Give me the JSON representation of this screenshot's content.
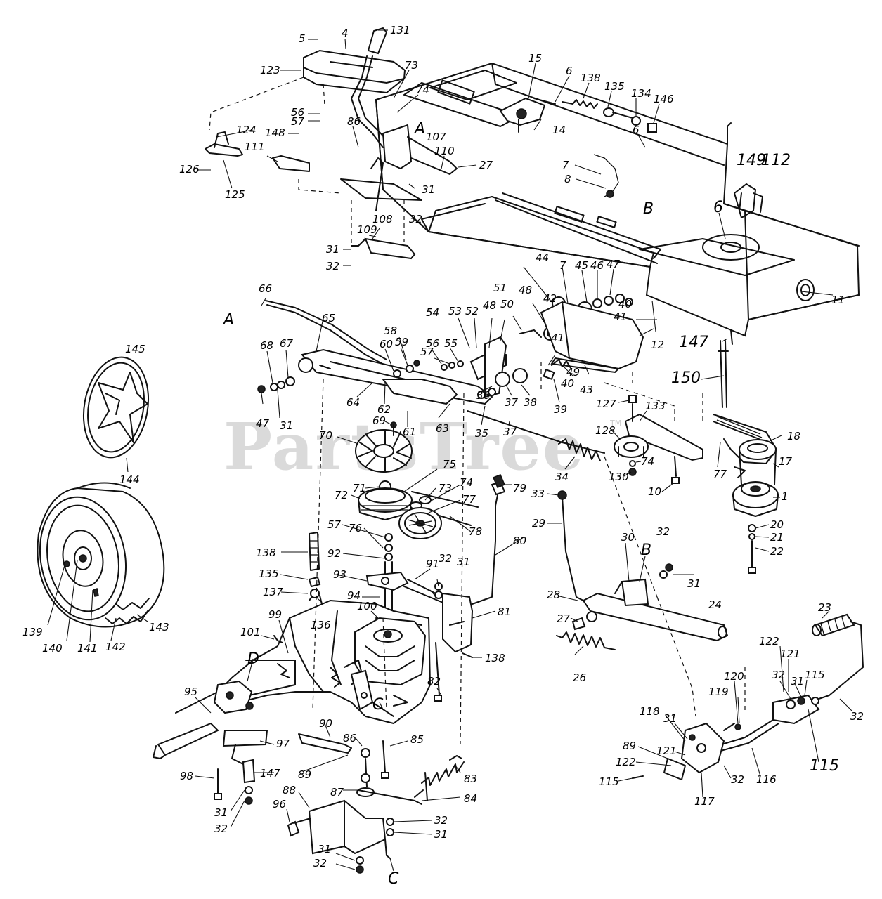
{
  "watermark": {
    "text": "PartsTree",
    "mark": "TM"
  },
  "labels": [
    {
      "id": "l-5",
      "text": "5"
    },
    {
      "id": "l-4",
      "text": "4"
    },
    {
      "id": "l-131",
      "text": "131"
    },
    {
      "id": "l-123",
      "text": "123"
    },
    {
      "id": "l-73a",
      "text": "73"
    },
    {
      "id": "l-74a",
      "text": "74"
    },
    {
      "id": "l-15",
      "text": "15"
    },
    {
      "id": "l-6a",
      "text": "6"
    },
    {
      "id": "l-138a",
      "text": "138"
    },
    {
      "id": "l-135a",
      "text": "135"
    },
    {
      "id": "l-134",
      "text": "134"
    },
    {
      "id": "l-146",
      "text": "146"
    },
    {
      "id": "l-56a",
      "text": "56"
    },
    {
      "id": "l-57a",
      "text": "57"
    },
    {
      "id": "l-124",
      "text": "124"
    },
    {
      "id": "l-148",
      "text": "148"
    },
    {
      "id": "l-86a",
      "text": "86"
    },
    {
      "id": "l-A1",
      "text": "A"
    },
    {
      "id": "l-107",
      "text": "107"
    },
    {
      "id": "l-14",
      "text": "14"
    },
    {
      "id": "l-6b",
      "text": "6"
    },
    {
      "id": "l-126",
      "text": "126"
    },
    {
      "id": "l-125",
      "text": "125"
    },
    {
      "id": "l-111",
      "text": "111"
    },
    {
      "id": "l-110",
      "text": "110"
    },
    {
      "id": "l-27a",
      "text": "27"
    },
    {
      "id": "l-7a",
      "text": "7"
    },
    {
      "id": "l-8",
      "text": "8"
    },
    {
      "id": "l-149",
      "text": "149"
    },
    {
      "id": "l-112",
      "text": "112"
    },
    {
      "id": "l-31a",
      "text": "31"
    },
    {
      "id": "l-32a",
      "text": "32"
    },
    {
      "id": "l-B1",
      "text": "B"
    },
    {
      "id": "l-108",
      "text": "108"
    },
    {
      "id": "l-109",
      "text": "109"
    },
    {
      "id": "l-6c",
      "text": "6"
    },
    {
      "id": "l-31b",
      "text": "31"
    },
    {
      "id": "l-32b",
      "text": "32"
    },
    {
      "id": "l-44",
      "text": "44"
    },
    {
      "id": "l-7b",
      "text": "7"
    },
    {
      "id": "l-45",
      "text": "45"
    },
    {
      "id": "l-46",
      "text": "46"
    },
    {
      "id": "l-47a",
      "text": "47"
    },
    {
      "id": "l-66",
      "text": "66"
    },
    {
      "id": "l-48a",
      "text": "48"
    },
    {
      "id": "l-51",
      "text": "51"
    },
    {
      "id": "l-42",
      "text": "42"
    },
    {
      "id": "l-A2",
      "text": "A"
    },
    {
      "id": "l-65",
      "text": "65"
    },
    {
      "id": "l-54",
      "text": "54"
    },
    {
      "id": "l-53",
      "text": "53"
    },
    {
      "id": "l-52",
      "text": "52"
    },
    {
      "id": "l-48b",
      "text": "48"
    },
    {
      "id": "l-50",
      "text": "50"
    },
    {
      "id": "l-40a",
      "text": "40"
    },
    {
      "id": "l-41a",
      "text": "41"
    },
    {
      "id": "l-11",
      "text": "11"
    },
    {
      "id": "l-58",
      "text": "58"
    },
    {
      "id": "l-145",
      "text": "145"
    },
    {
      "id": "l-41b",
      "text": "41"
    },
    {
      "id": "l-12",
      "text": "12"
    },
    {
      "id": "l-147a",
      "text": "147"
    },
    {
      "id": "l-68",
      "text": "68"
    },
    {
      "id": "l-67",
      "text": "67"
    },
    {
      "id": "l-60",
      "text": "60"
    },
    {
      "id": "l-59",
      "text": "59"
    },
    {
      "id": "l-56b",
      "text": "56"
    },
    {
      "id": "l-57b",
      "text": "57"
    },
    {
      "id": "l-55",
      "text": "55"
    },
    {
      "id": "l-49",
      "text": "49"
    },
    {
      "id": "l-40b",
      "text": "40"
    },
    {
      "id": "l-150",
      "text": "150"
    },
    {
      "id": "l-43",
      "text": "43"
    },
    {
      "id": "l-64",
      "text": "64"
    },
    {
      "id": "l-62",
      "text": "62"
    },
    {
      "id": "l-36",
      "text": "36"
    },
    {
      "id": "l-37a",
      "text": "37"
    },
    {
      "id": "l-38",
      "text": "38"
    },
    {
      "id": "l-39",
      "text": "39"
    },
    {
      "id": "l-47b",
      "text": "47"
    },
    {
      "id": "l-31c",
      "text": "31"
    },
    {
      "id": "l-63",
      "text": "63"
    },
    {
      "id": "l-127",
      "text": "127"
    },
    {
      "id": "l-133",
      "text": "133"
    },
    {
      "id": "l-69",
      "text": "69"
    },
    {
      "id": "l-61",
      "text": "61"
    },
    {
      "id": "l-35",
      "text": "35"
    },
    {
      "id": "l-37b",
      "text": "37"
    },
    {
      "id": "l-18",
      "text": "18"
    },
    {
      "id": "l-70",
      "text": "70"
    },
    {
      "id": "l-128",
      "text": "128"
    },
    {
      "id": "l-144",
      "text": "144"
    },
    {
      "id": "l-75",
      "text": "75"
    },
    {
      "id": "l-34",
      "text": "34"
    },
    {
      "id": "l-74b",
      "text": "74"
    },
    {
      "id": "l-77a",
      "text": "77"
    },
    {
      "id": "l-17",
      "text": "17"
    },
    {
      "id": "l-130",
      "text": "130"
    },
    {
      "id": "l-10",
      "text": "10"
    },
    {
      "id": "l-71",
      "text": "71"
    },
    {
      "id": "l-74c",
      "text": "74"
    },
    {
      "id": "l-73b",
      "text": "73"
    },
    {
      "id": "l-72",
      "text": "72"
    },
    {
      "id": "l-77b",
      "text": "77"
    },
    {
      "id": "l-33",
      "text": "33"
    },
    {
      "id": "l-79",
      "text": "79"
    },
    {
      "id": "l-1",
      "text": "1"
    },
    {
      "id": "l-29",
      "text": "29"
    },
    {
      "id": "l-57c",
      "text": "57"
    },
    {
      "id": "l-76",
      "text": "76"
    },
    {
      "id": "l-78",
      "text": "78"
    },
    {
      "id": "l-80",
      "text": "80"
    },
    {
      "id": "l-20",
      "text": "20"
    },
    {
      "id": "l-21",
      "text": "21"
    },
    {
      "id": "l-32c",
      "text": "32"
    },
    {
      "id": "l-138b",
      "text": "138"
    },
    {
      "id": "l-92",
      "text": "92"
    },
    {
      "id": "l-22",
      "text": "22"
    },
    {
      "id": "l-30",
      "text": "30"
    },
    {
      "id": "l-B2",
      "text": "B"
    },
    {
      "id": "l-135b",
      "text": "135"
    },
    {
      "id": "l-93",
      "text": "93"
    },
    {
      "id": "l-91",
      "text": "91"
    },
    {
      "id": "l-32d",
      "text": "32"
    },
    {
      "id": "l-31d",
      "text": "31"
    },
    {
      "id": "l-31e",
      "text": "31"
    },
    {
      "id": "l-137",
      "text": "137"
    },
    {
      "id": "l-94",
      "text": "94"
    },
    {
      "id": "l-28",
      "text": "28"
    },
    {
      "id": "l-24",
      "text": "24"
    },
    {
      "id": "l-81",
      "text": "81"
    },
    {
      "id": "l-27b",
      "text": "27"
    },
    {
      "id": "l-136",
      "text": "136"
    },
    {
      "id": "l-100",
      "text": "100"
    },
    {
      "id": "l-139",
      "text": "139"
    },
    {
      "id": "l-140",
      "text": "140"
    },
    {
      "id": "l-141",
      "text": "141"
    },
    {
      "id": "l-142",
      "text": "142"
    },
    {
      "id": "l-143",
      "text": "143"
    },
    {
      "id": "l-99",
      "text": "99"
    },
    {
      "id": "l-101",
      "text": "101"
    },
    {
      "id": "l-23",
      "text": "23"
    },
    {
      "id": "l-138c",
      "text": "138"
    },
    {
      "id": "l-26",
      "text": "26"
    },
    {
      "id": "l-D",
      "text": "D"
    },
    {
      "id": "l-122a",
      "text": "122"
    },
    {
      "id": "l-121a",
      "text": "121"
    },
    {
      "id": "l-82",
      "text": "82"
    },
    {
      "id": "l-32e",
      "text": "32"
    },
    {
      "id": "l-115a",
      "text": "115"
    },
    {
      "id": "l-120",
      "text": "120"
    },
    {
      "id": "l-31f",
      "text": "31"
    },
    {
      "id": "l-119",
      "text": "119"
    },
    {
      "id": "l-95",
      "text": "95"
    },
    {
      "id": "l-C1",
      "text": "C"
    },
    {
      "id": "l-32f",
      "text": "32"
    },
    {
      "id": "l-118",
      "text": "118"
    },
    {
      "id": "l-31g",
      "text": "31"
    },
    {
      "id": "l-90",
      "text": "90"
    },
    {
      "id": "l-85",
      "text": "85"
    },
    {
      "id": "l-86b",
      "text": "86"
    },
    {
      "id": "l-97",
      "text": "97"
    },
    {
      "id": "l-89a",
      "text": "89"
    },
    {
      "id": "l-121b",
      "text": "121"
    },
    {
      "id": "l-115b",
      "text": "115"
    },
    {
      "id": "l-89b",
      "text": "89"
    },
    {
      "id": "l-122b",
      "text": "122"
    },
    {
      "id": "l-116",
      "text": "116"
    },
    {
      "id": "l-98",
      "text": "98"
    },
    {
      "id": "l-147b",
      "text": "147"
    },
    {
      "id": "l-83",
      "text": "83"
    },
    {
      "id": "l-115c",
      "text": "115"
    },
    {
      "id": "l-32g",
      "text": "32"
    },
    {
      "id": "l-117",
      "text": "117"
    },
    {
      "id": "l-87",
      "text": "87"
    },
    {
      "id": "l-84",
      "text": "84"
    },
    {
      "id": "l-31h",
      "text": "31"
    },
    {
      "id": "l-96",
      "text": "96"
    },
    {
      "id": "l-88",
      "text": "88"
    },
    {
      "id": "l-32h",
      "text": "32"
    },
    {
      "id": "l-32i",
      "text": "32"
    },
    {
      "id": "l-31i",
      "text": "31"
    },
    {
      "id": "l-31j",
      "text": "31"
    },
    {
      "id": "l-32j",
      "text": "32"
    },
    {
      "id": "l-C2",
      "text": "C"
    }
  ]
}
